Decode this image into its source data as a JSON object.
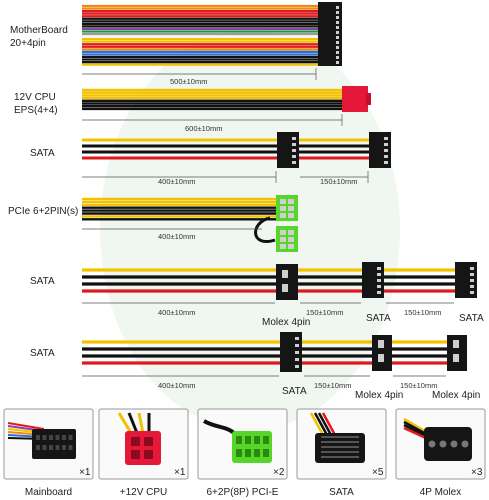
{
  "colors": {
    "yellow": "#f2c200",
    "black": "#111111",
    "red": "#e0191c",
    "orange": "#f08a10",
    "blue": "#2f6fd6",
    "gray": "#9a9a9a",
    "white": "#f4f4f4",
    "green": "#1a9a3a",
    "purple": "#8c3fb0",
    "eps_red": "#e5183a",
    "pcie_green": "#55d628",
    "connector_black": "#151515"
  },
  "cables": [
    {
      "label": "MotherBoard\n20+4pin",
      "dims": [
        "500±10mm"
      ]
    },
    {
      "label": "12V CPU\nEPS(4+4)",
      "dims": [
        "600±10mm"
      ]
    },
    {
      "label": "SATA",
      "dims": [
        "400±10mm",
        "150±10mm"
      ]
    },
    {
      "label": "PCIe 6+2PIN(s)",
      "dims": [
        "400±10mm"
      ]
    },
    {
      "label": "SATA",
      "dims": [
        "400±10mm",
        "150±10mm",
        "150±10mm"
      ],
      "connector_labels": [
        "Molex 4pin",
        "SATA",
        "SATA"
      ]
    },
    {
      "label": "SATA",
      "dims": [
        "400±10mm",
        "150±10mm",
        "150±10mm"
      ],
      "connector_labels": [
        "SATA",
        "Molex 4pin",
        "Molex 4pin"
      ]
    }
  ],
  "thumbnails": [
    {
      "name": "Mainboard",
      "qty": "×1",
      "icon": "mainboard-connector-icon"
    },
    {
      "name": "+12V CPU",
      "qty": "×1",
      "icon": "cpu-eps-connector-icon"
    },
    {
      "name": "6+2P(8P) PCI-E",
      "qty": "×2",
      "icon": "pcie-connector-icon"
    },
    {
      "name": "SATA",
      "qty": "×5",
      "icon": "sata-connector-icon"
    },
    {
      "name": "4P Molex",
      "qty": "×3",
      "icon": "molex-connector-icon"
    }
  ]
}
